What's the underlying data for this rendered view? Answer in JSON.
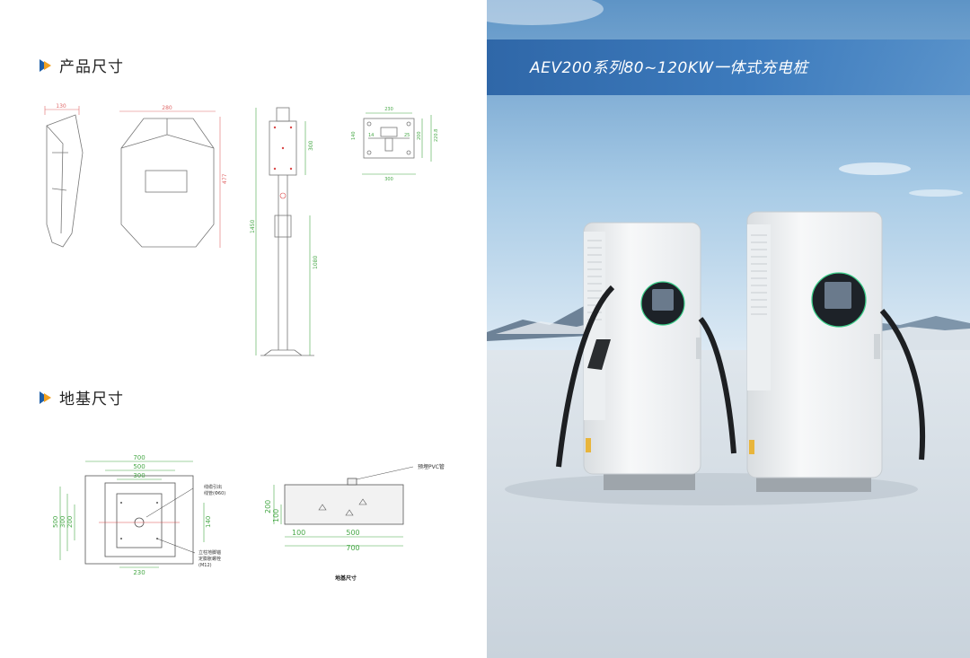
{
  "sections": {
    "product_dimensions": "产品尺寸",
    "foundation_dimensions": "地基尺寸"
  },
  "banner": {
    "title": "AEV200系列80~120KW一体式充电桩"
  },
  "colors": {
    "accent_blue": "#1f5fa8",
    "accent_orange": "#f0a020",
    "banner_blue": "#3d7bbd"
  },
  "product_drawing": {
    "side_width": "130",
    "front_width": "280",
    "front_height": "477",
    "post_height": "1450",
    "post_lower": "1080",
    "post_plate": "300",
    "base_top_width": "230",
    "base_width": "300",
    "base_h1": "140",
    "base_h2": "200",
    "base_h3": "220.8",
    "base_dim_14": "14",
    "base_dim_25": "25"
  },
  "foundation_drawing": {
    "plan_700": "700",
    "plan_500": "500",
    "plan_300": "300",
    "plan_230": "230",
    "plan_v500": "500",
    "plan_v300": "300",
    "plan_v200": "200",
    "plan_v140": "140",
    "note_cable": "线缆引出",
    "note_cable2": "线管(Φ60)",
    "note_bolt": "立柱地脚锚",
    "note_bolt2": "定膨胀螺栓",
    "note_bolt3": "(M12)",
    "section_pvc": "预埋PVC管",
    "section_h200": "200",
    "section_h100": "100",
    "section_w100": "100",
    "section_w500": "500",
    "section_w700": "700",
    "section_caption": "地基尺寸"
  }
}
